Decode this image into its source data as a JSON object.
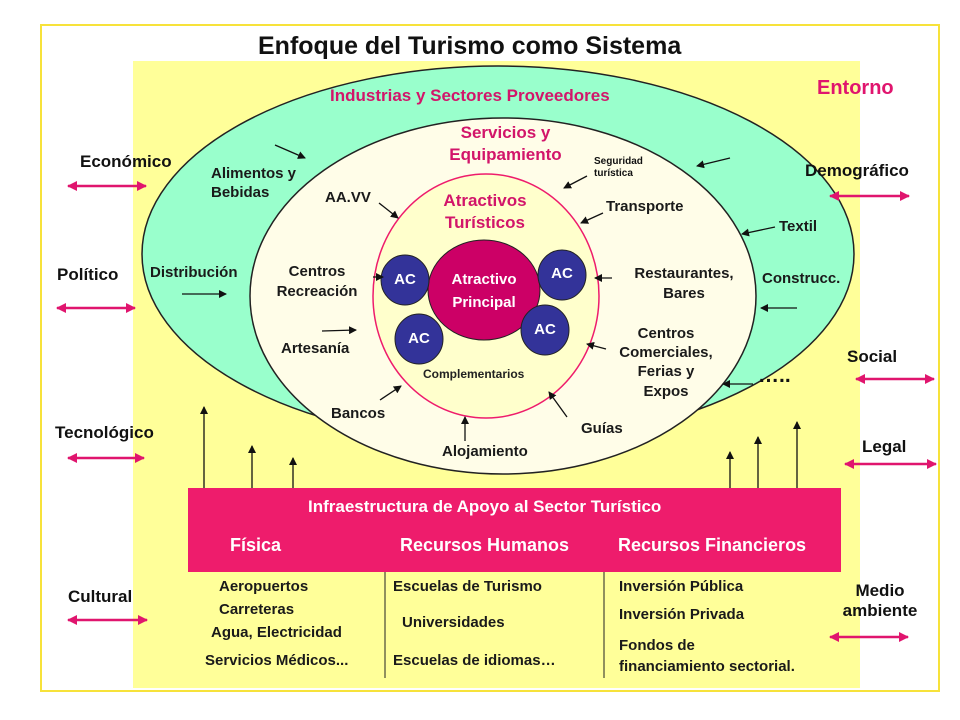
{
  "title": "Enfoque del Turismo como Sistema",
  "entorno": "Entorno",
  "industrias": "Industrias y Sectores Proveedores",
  "servicios": [
    "Servicios y",
    "Equipamiento"
  ],
  "atractivos": [
    "Atractivos",
    "Turísticos"
  ],
  "atractivo_principal": [
    "Atractivo",
    "Principal"
  ],
  "ac_label": "AC",
  "complementarios": "Complementarios",
  "seguridad": [
    "Seguridad",
    "turística"
  ],
  "outer_items": {
    "alimentos": [
      "Alimentos y",
      "Bebidas"
    ],
    "distribucion": "Distribución",
    "textil": "Textil",
    "construcc": "Construcc.",
    "dots": "…..",
    "transporte": "Transporte"
  },
  "inner_items": {
    "aavv": "AA.VV",
    "centros_recreacion": [
      "Centros",
      "Recreación"
    ],
    "artesania": "Artesanía",
    "bancos": "Bancos",
    "alojamiento": "Alojamiento",
    "guias": "Guías",
    "restaurantes": [
      "Restaurantes,",
      "Bares"
    ],
    "centros_comerciales": [
      "Centros",
      "Comerciales,",
      "Ferias y",
      "Expos"
    ]
  },
  "environment": {
    "economico": "Económico",
    "politico": "Político",
    "tecnologico": "Tecnológico",
    "cultural": "Cultural",
    "demografico": "Demográfico",
    "social": "Social",
    "legal": "Legal",
    "medio_ambiente": [
      "Medio",
      "ambiente"
    ]
  },
  "infra": {
    "header": "Infraestructura de Apoyo al Sector Turístico",
    "columns": [
      "Física",
      "Recursos Humanos",
      "Recursos Financieros"
    ],
    "fisica": [
      "Aeropuertos",
      "Carreteras",
      "Agua, Electricidad",
      "Servicios Médicos..."
    ],
    "humanos": [
      "Escuelas de Turismo",
      "Universidades",
      "Escuelas de idiomas…"
    ],
    "financieros": [
      "Inversión Pública",
      "Inversión Privada",
      "Fondos de",
      "financiamiento sectorial."
    ]
  },
  "colors": {
    "outer_ellipse": "#99ffcc",
    "inner_ellipse": "#fffde8",
    "atractivos_ellipse": "#ffffcc",
    "principal": "#cc0066",
    "ac": "#333399",
    "accent": "#ee1c6c",
    "background": "#ffff99"
  }
}
